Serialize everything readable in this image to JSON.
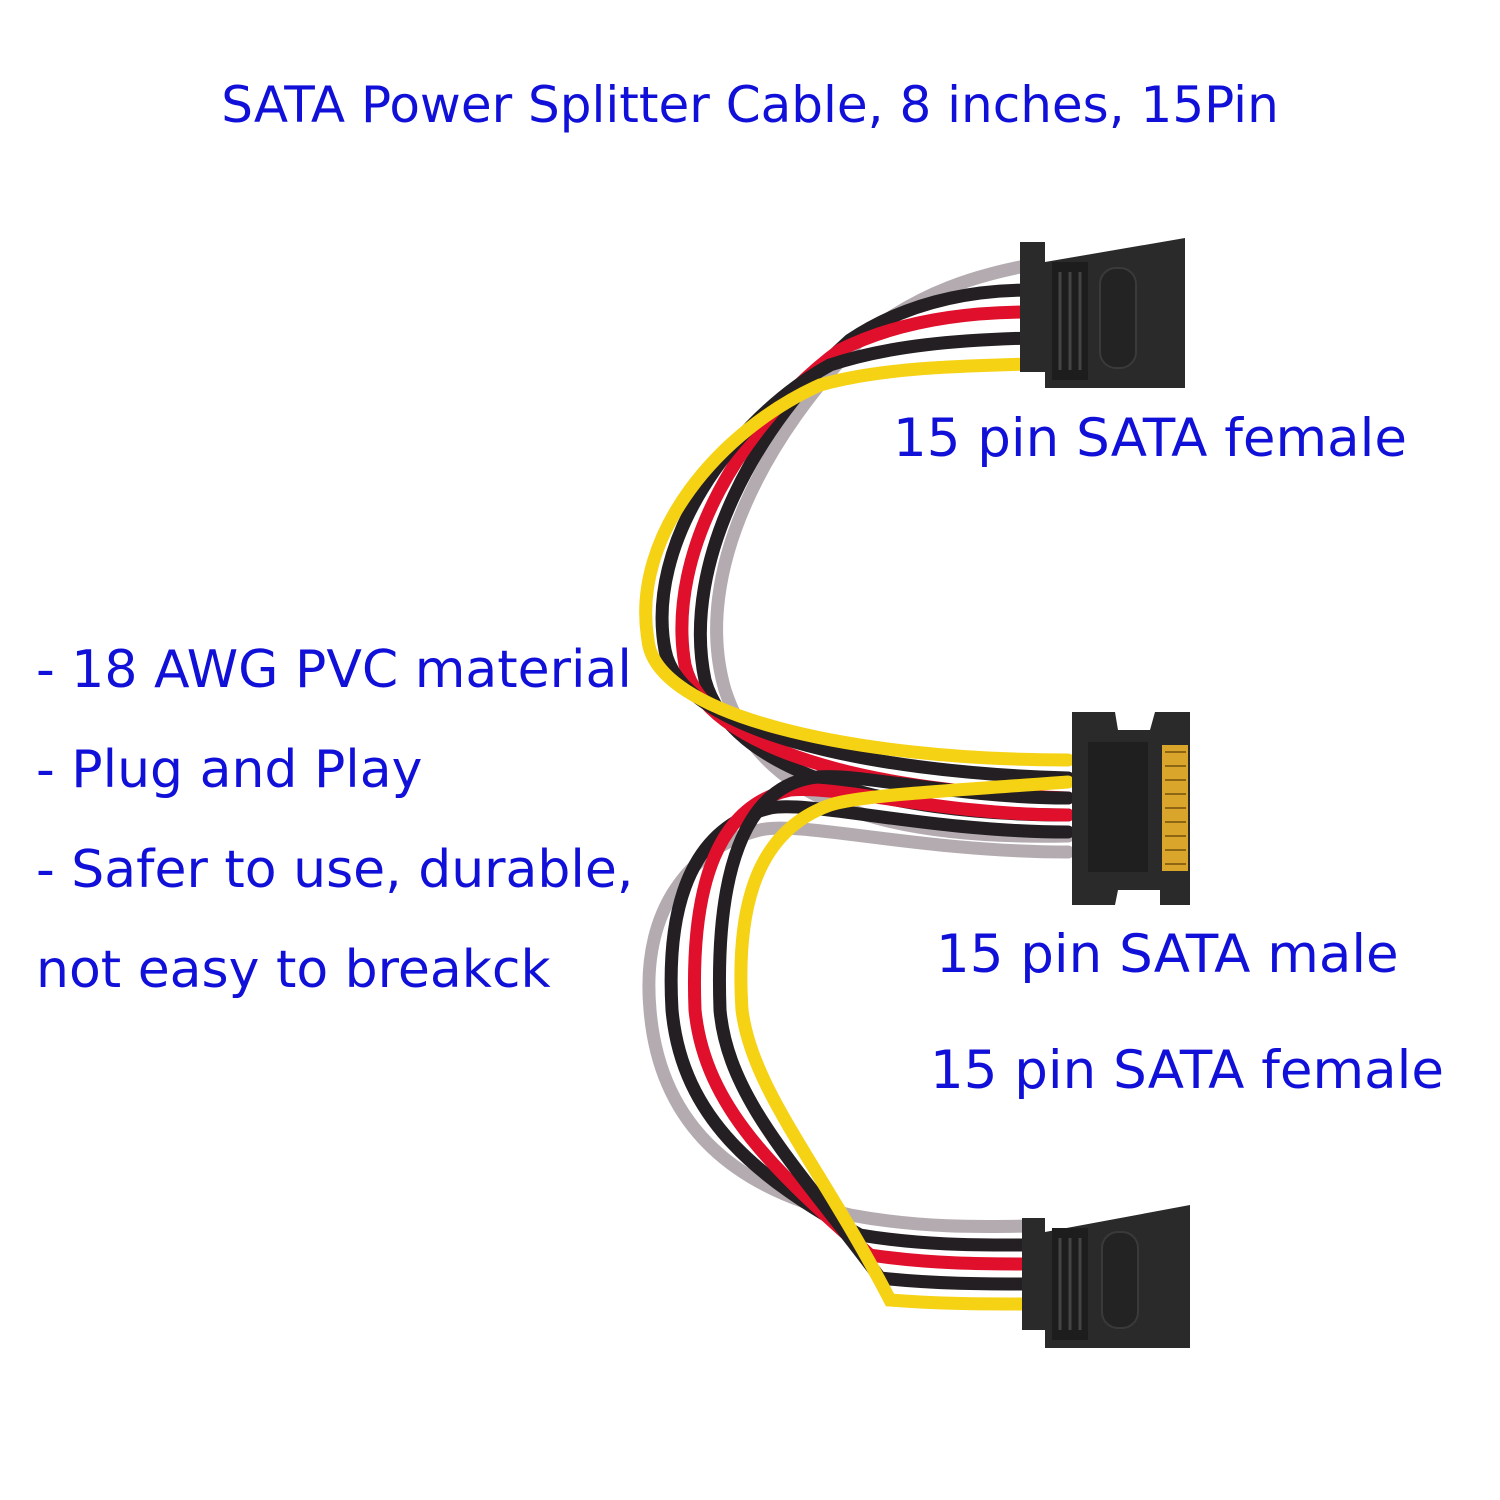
{
  "title": "SATA Power Splitter Cable, 8 inches, 15Pin",
  "features": [
    "- 18 AWG PVC material",
    "- Plug and Play",
    "- Safer to use, durable,",
    "not easy to breakck"
  ],
  "labels": {
    "top_connector": "15 pin SATA female",
    "middle_connector": "15 pin SATA male",
    "bottom_connector": "15 pin SATA female"
  },
  "colors": {
    "text": "#1010d8",
    "wire_gray": "#b4abb0",
    "wire_black": "#231f22",
    "wire_red": "#e0102c",
    "wire_yellow": "#f6d214",
    "connector": "#2a2a2a",
    "pins": "#d9a52b"
  }
}
